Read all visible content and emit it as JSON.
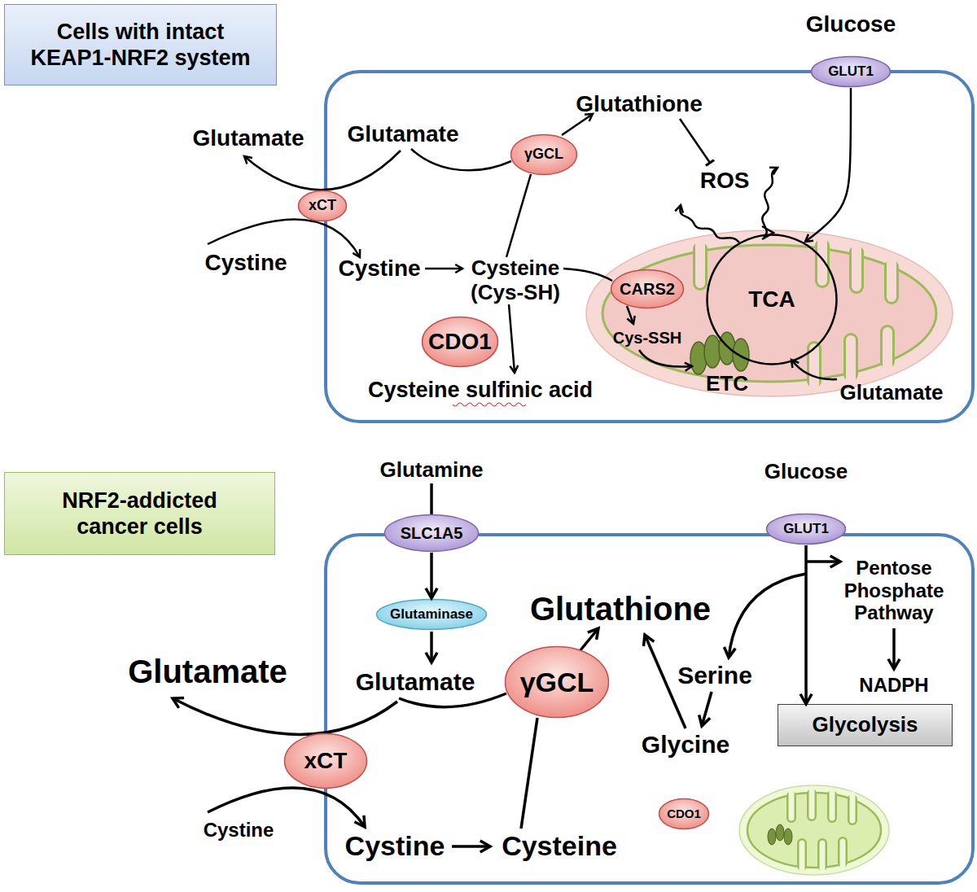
{
  "diagram": {
    "nodes": [
      {
        "text": [
          "Cells with intact KEAP1-NRF2 system"
        ]
      },
      {
        "text": [
          "GLUT1"
        ]
      },
      {
        "text": [
          "γGCL"
        ]
      },
      {
        "text": [
          "xCT"
        ]
      },
      {
        "text": [
          "CARS2"
        ]
      },
      {
        "text": [
          "TCA"
        ]
      },
      {
        "text": [
          "CDO1"
        ]
      },
      {
        "text": [
          "NRF2-addicted cancer cells"
        ]
      },
      {
        "text": [
          "SLC1A5"
        ]
      },
      {
        "text": [
          "GLUT1"
        ]
      },
      {
        "text": [
          "Glutaminase"
        ]
      },
      {
        "text": [
          "γGCL"
        ]
      },
      {
        "text": [
          "xCT"
        ]
      },
      {
        "text": [
          "Glycolysis"
        ]
      },
      {
        "text": [
          "CDO1"
        ]
      }
    ],
    "edges": [
      {
        "from": 1,
        "to": 5,
        "arrow": "to"
      },
      {
        "from": 8,
        "to": 10,
        "arrow": "to"
      },
      {
        "from": 9,
        "to": 13,
        "arrow": "to"
      }
    ],
    "labels": [
      "Glucose",
      "Glutamate",
      "Glutamate",
      "Glutathione",
      "ROS",
      "Cystine",
      "Cystine",
      "Cysteine (Cys-SH)",
      "Cys-SSH",
      "ETC",
      "Glutamate",
      "Cysteine sulfinic acid",
      "Glutamine",
      "Glucose",
      "Pentose Phosphate Pathway",
      "NADPH",
      "Glutathione",
      "Glutamate",
      "Glutamate",
      "Serine",
      "Glycine",
      "Cystine",
      "Cystine",
      "Cysteine"
    ]
  }
}
